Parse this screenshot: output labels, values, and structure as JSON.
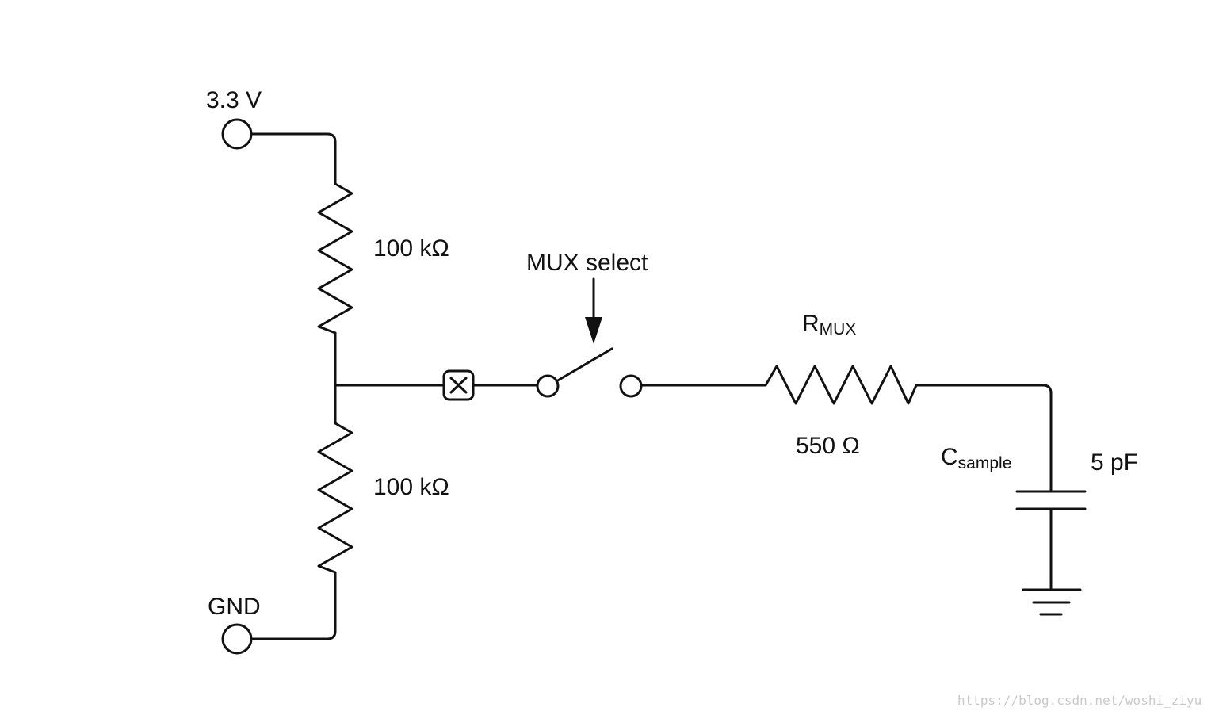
{
  "diagram": {
    "supply_label": "3.3 V",
    "ground_label": "GND",
    "r_top_value": "100 kΩ",
    "r_bottom_value": "100 kΩ",
    "mux_label": "MUX select",
    "r_mux_label_main": "R",
    "r_mux_label_sub": "MUX",
    "r_mux_value": "550 Ω",
    "c_sample_label_main": "C",
    "c_sample_label_sub": "sample",
    "c_sample_value": "5 pF"
  },
  "watermark": "https://blog.csdn.net/woshi_ziyu",
  "colors": {
    "stroke": "#111111",
    "background": "#ffffff",
    "watermark": "#c8c8c8"
  }
}
